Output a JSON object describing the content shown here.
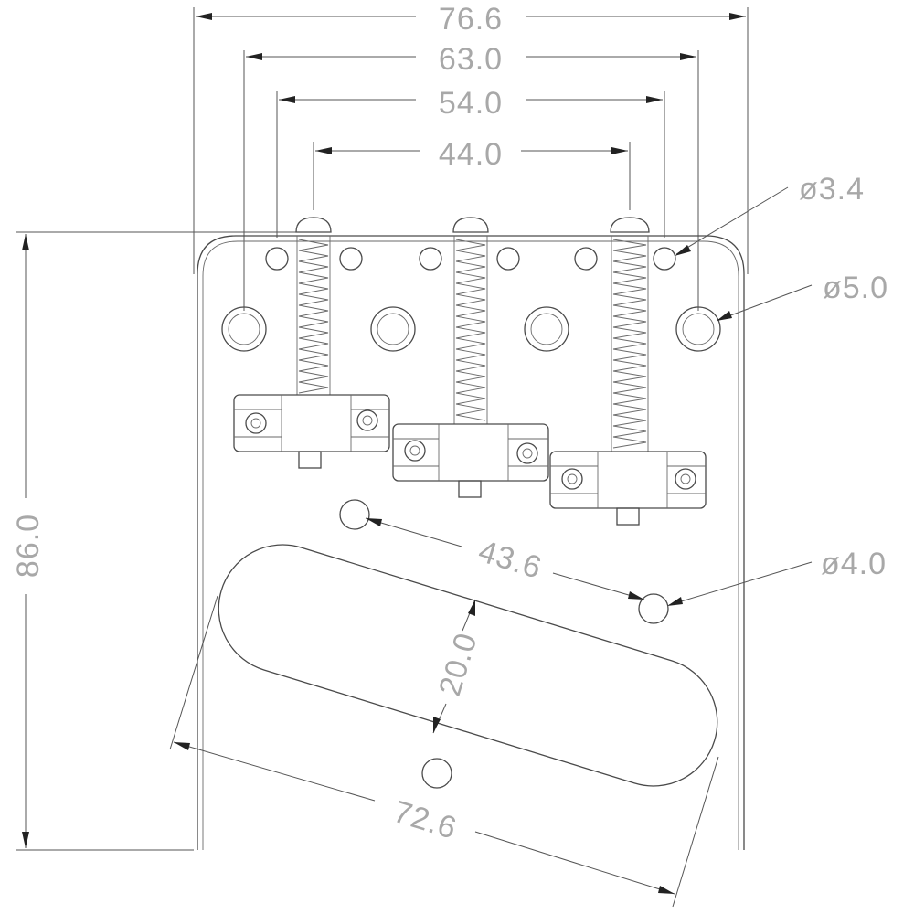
{
  "drawing": {
    "subject": "guitar bridge plate technical drawing",
    "line_color": "#4a4a4a",
    "text_color": "#a8a8a8",
    "background": "#ffffff",
    "dimensions": {
      "overall_width": "76.6",
      "outer_hole_spacing": "63.0",
      "inner_hole_spacing": "54.0",
      "screw_spacing": "44.0",
      "plate_height": "86.0",
      "mount_hole_spacing": "43.6",
      "pickup_width": "20.0",
      "pickup_length": "72.6"
    },
    "diameters": {
      "small_hole": "ø3.4",
      "large_hole": "ø5.0",
      "mount_hole": "ø4.0"
    }
  }
}
